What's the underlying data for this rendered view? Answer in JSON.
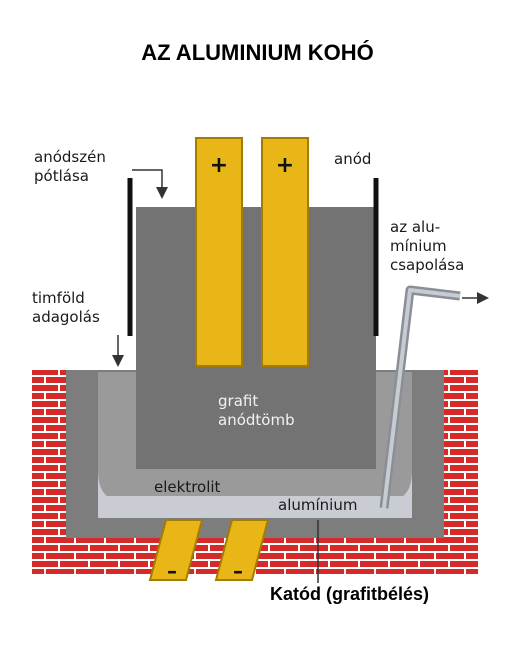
{
  "title": "AZ ALUMINIUM KOHÓ",
  "labels": {
    "anode_refill": "anódszén\npótlása",
    "anode": "anód",
    "tapping": "az alu-\nmínium\ncsapolása",
    "feed": "timföld\nadagolás",
    "graphite_block": "grafit\nanódtömb",
    "electrolyte": "elektrolit",
    "aluminium": "alumínium",
    "cathode": "Katód (grafitbélés)"
  },
  "symbols": {
    "plus": "+",
    "minus": "–"
  },
  "colors": {
    "brick": "#d42a2a",
    "mortar": "#ffffff",
    "cell_gray": "#7d7d7d",
    "electrolyte": "#9a9a9a",
    "aluminium_layer": "#c9cdd3",
    "anode_yellow": "#e8b717",
    "anode_edge": "#a67c00"
  }
}
